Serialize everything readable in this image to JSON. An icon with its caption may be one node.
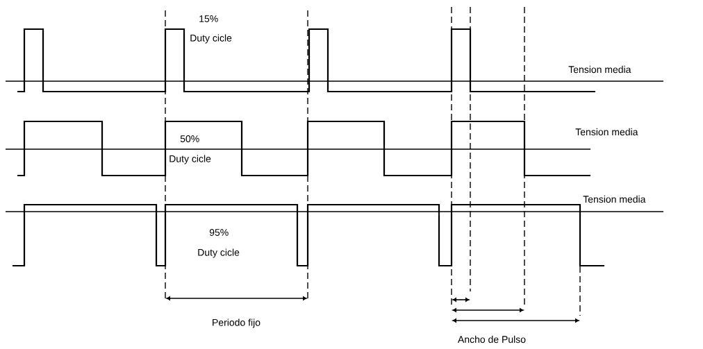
{
  "diagram": {
    "labels": [
      "15%",
      "Duty cicle",
      "Tension media",
      "50%",
      "Tension media",
      "Duty cicle",
      "Tension media",
      "95%",
      "Duty cicle",
      "Periodo fijo",
      "Ancho de Pulso"
    ]
  }
}
